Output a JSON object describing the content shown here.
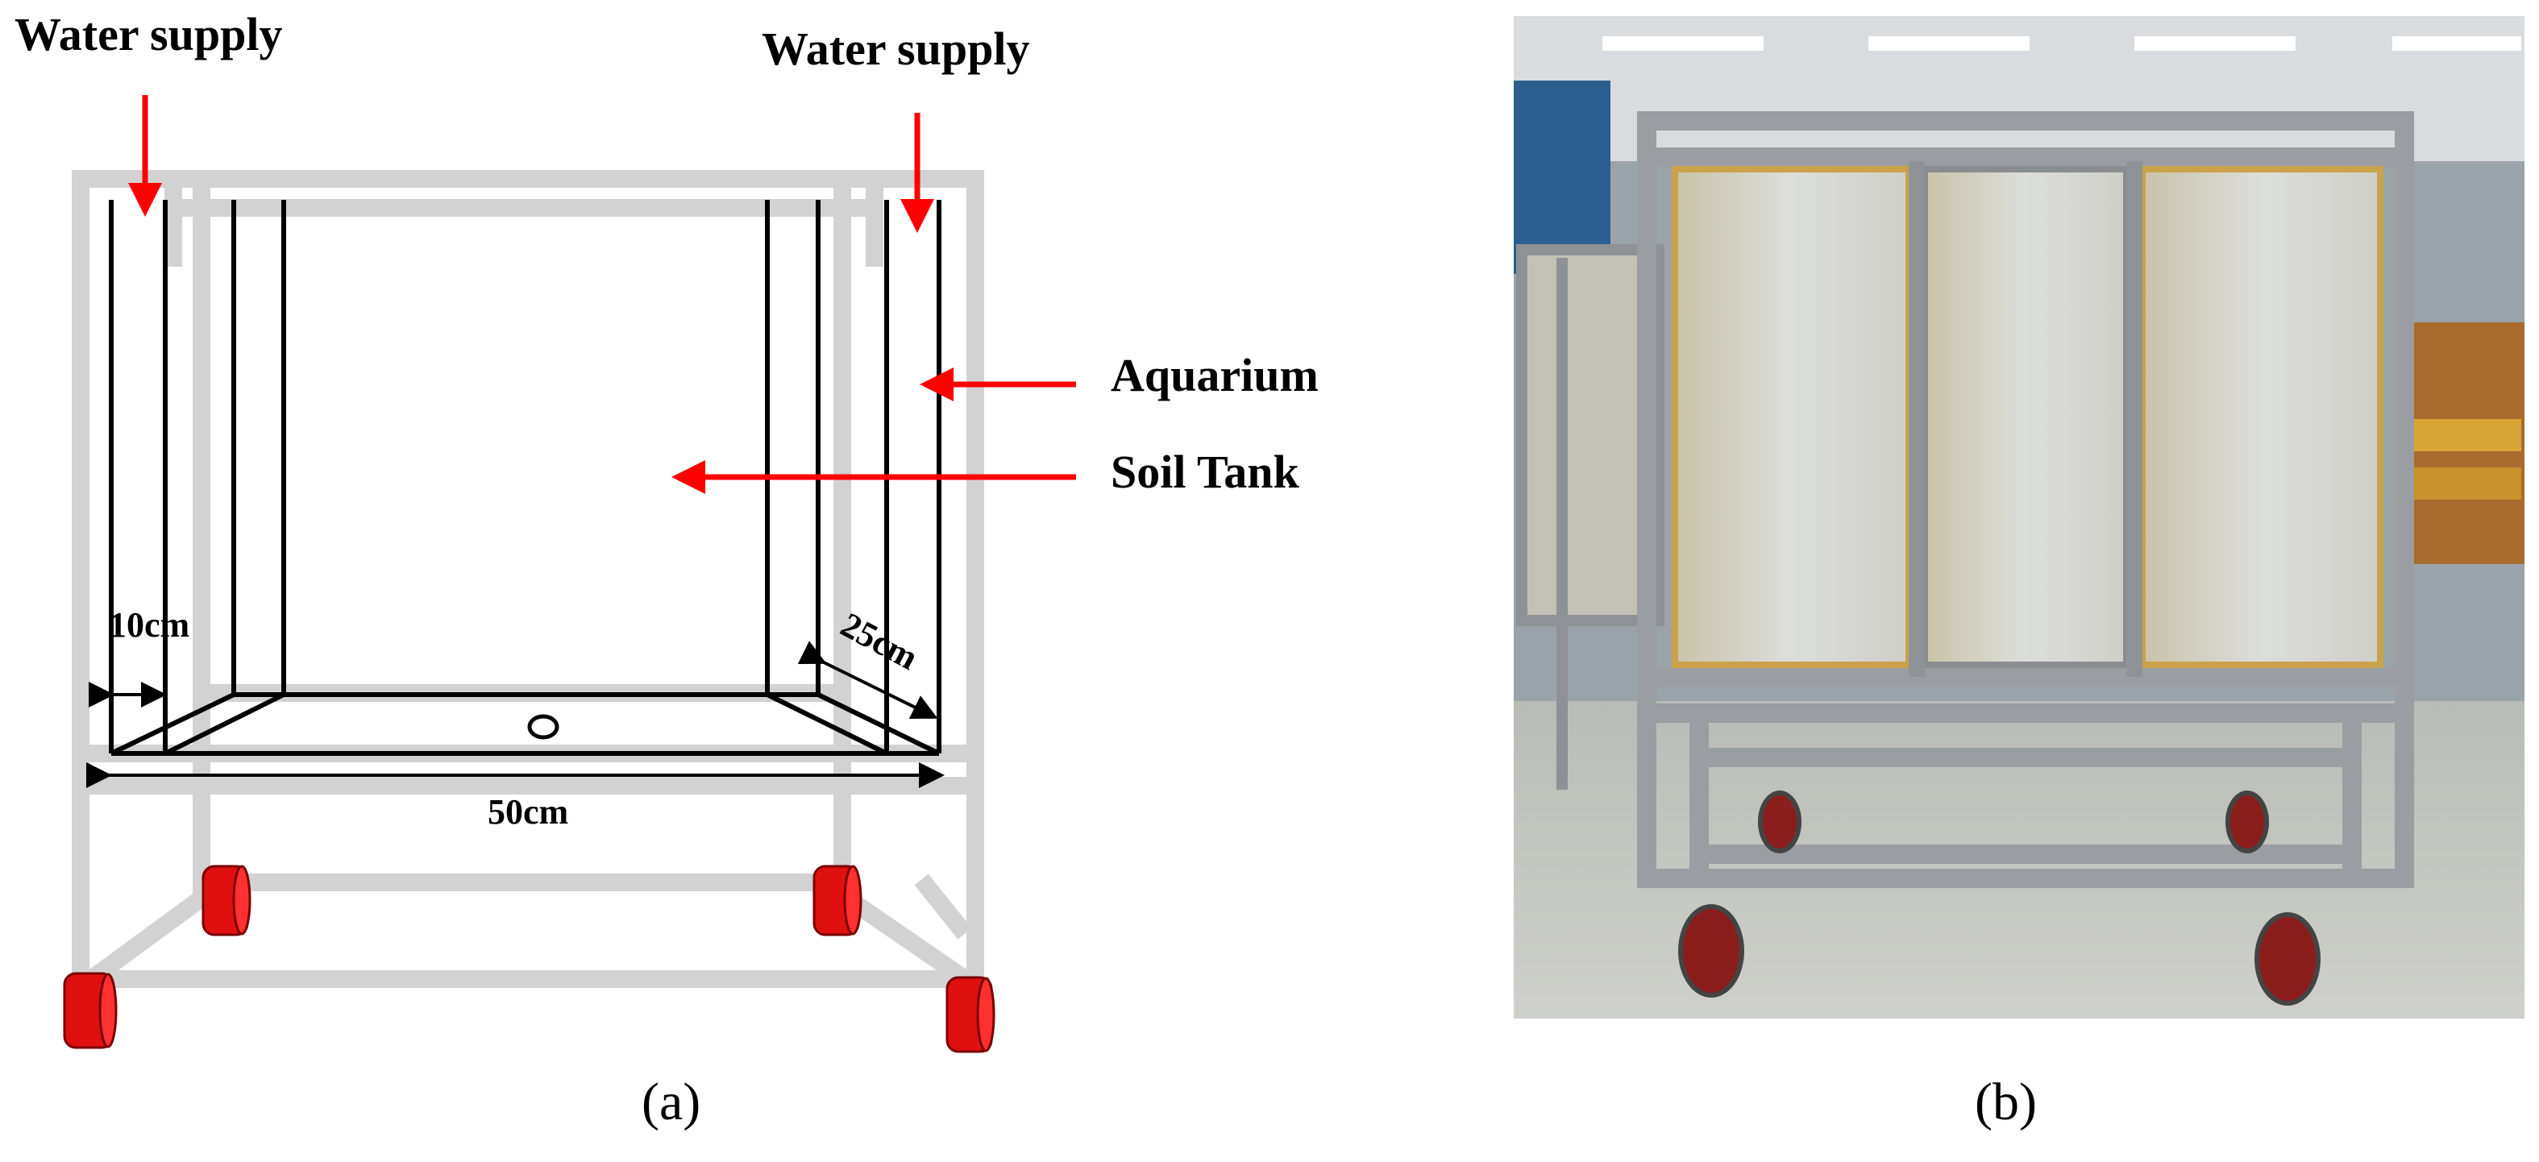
{
  "panel_a": {
    "labels": {
      "water_supply_left": "Water supply",
      "water_supply_right": "Water supply",
      "aquarium": "Aquarium",
      "soil_tank": "Soil Tank",
      "dim_10cm": "10cm",
      "dim_25cm": "25cm",
      "dim_50cm": "50cm"
    },
    "caption": "(a)"
  },
  "panel_b": {
    "caption": "(b)"
  },
  "colors": {
    "frame": "#d2d2d2",
    "arrow": "#ff0000",
    "wheel": "#e01010",
    "outline": "#000000"
  }
}
